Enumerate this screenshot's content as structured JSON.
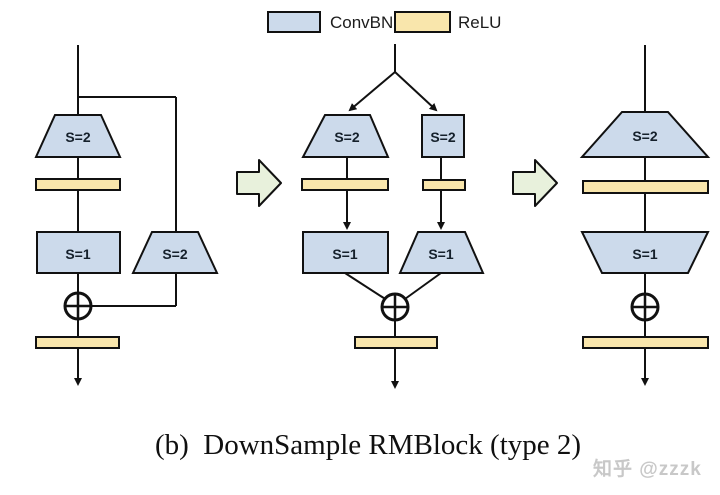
{
  "legend": {
    "convbn_label": "ConvBN",
    "relu_label": "ReLU"
  },
  "colors": {
    "convbn_fill": "#ccdaeb",
    "relu_fill": "#f9e6ac",
    "stage_arrow_fill": "#e8f1dc",
    "line": "#111111",
    "watermark": "#c8c8c8"
  },
  "diagram_left": {
    "conv_top_label": "S=2",
    "conv_mid_label": "S=1",
    "conv_skip_label": "S=2"
  },
  "diagram_middle": {
    "conv_left_top_label": "S=2",
    "conv_right_top_label": "S=2",
    "conv_left_mid_label": "S=1",
    "conv_right_mid_label": "S=1"
  },
  "diagram_right": {
    "conv_top_label": "S=2",
    "conv_mid_label": "S=1"
  },
  "caption": "(b)  DownSample RMBlock (type 2)",
  "watermark": "知乎 @zzzk"
}
